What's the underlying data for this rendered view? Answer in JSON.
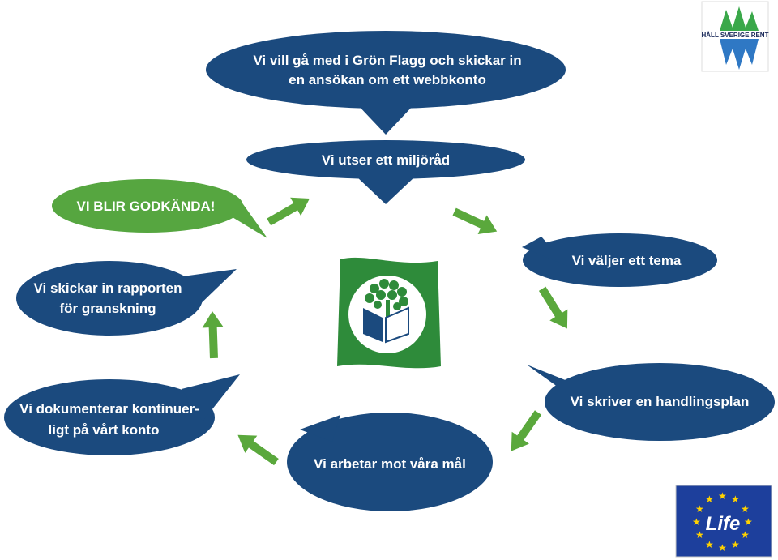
{
  "steps": {
    "apply": {
      "line1": "Vi vill gå med i Grön Flagg och skickar in",
      "line2": "en ansökan om ett webbkonto"
    },
    "council": {
      "line1": "Vi utser ett miljöråd"
    },
    "theme": {
      "line1": "Vi väljer ett tema"
    },
    "plan": {
      "line1": "Vi skriver en handlingsplan"
    },
    "work": {
      "line1": "Vi arbetar mot våra mål"
    },
    "document": {
      "line1": "Vi dokumenterar kontinuer-",
      "line2": "ligt på vårt konto"
    },
    "report": {
      "line1": "Vi skickar in rapporten",
      "line2": "för granskning"
    },
    "approved": {
      "line1": "VI BLIR GODKÄNDA!"
    }
  },
  "logos": {
    "hall_sverige_rent": "HÅLL SVERIGE RENT",
    "life": "Life"
  },
  "colors": {
    "bubble_blue": "#1b4a7e",
    "bubble_green": "#56a640",
    "arrow_green": "#5aa83c",
    "flag_green": "#2e8b3a"
  },
  "icons": [
    "arrow-down-icon",
    "arrow-icon",
    "green-flag-icon",
    "eu-stars-icon"
  ]
}
